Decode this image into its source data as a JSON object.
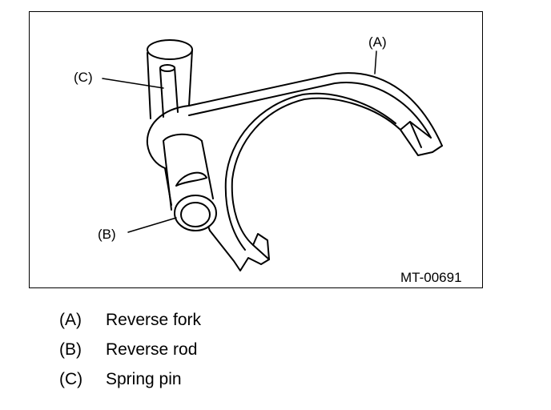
{
  "figure": {
    "code": "MT-00691",
    "callouts": {
      "a": "(A)",
      "b": "(B)",
      "c": "(C)"
    }
  },
  "legend": [
    {
      "key": "(A)",
      "desc": "Reverse fork"
    },
    {
      "key": "(B)",
      "desc": "Reverse rod"
    },
    {
      "key": "(C)",
      "desc": "Spring pin"
    }
  ]
}
